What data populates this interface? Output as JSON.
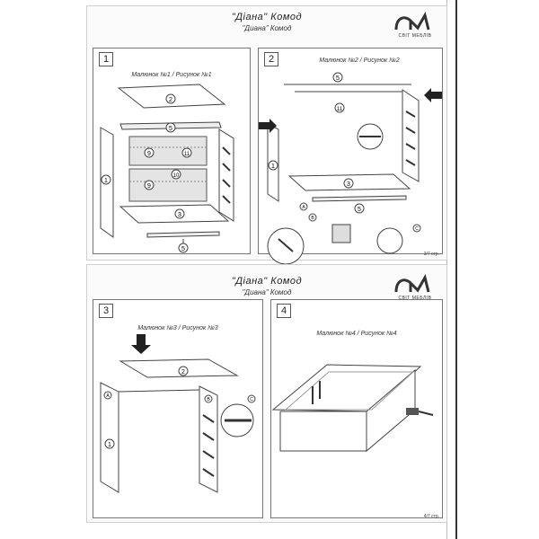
{
  "sheets": [
    {
      "title": "\"Діана\" Комод",
      "subtitle": "\"Диана\" Комод",
      "logo_text": "СВІТ МЕБЛІВ",
      "page_number": "3/7 стр.",
      "steps": [
        {
          "number": "1",
          "caption": "Малюнок №1 / Рисунок №1"
        },
        {
          "number": "2",
          "caption": "Малюнок №2 / Рисунок №2"
        }
      ]
    },
    {
      "title": "\"Діана\" Комод",
      "subtitle": "\"Диана\" Комод",
      "logo_text": "СВІТ МЕБЛІВ",
      "page_number": "4/7 стр.",
      "steps": [
        {
          "number": "3",
          "caption": "Малюнок №3 / Рисунок №3"
        },
        {
          "number": "4",
          "caption": "Малюнок №4 / Рисунок №4"
        }
      ]
    }
  ],
  "part_labels": {
    "top_panel": "2",
    "side_panel": "1",
    "bottom_panel": "3",
    "rail": "5",
    "back_upper": "9",
    "back_lower": "9",
    "strip_a": "10",
    "strip_b": "11"
  },
  "fastener_labels": {
    "a": "A",
    "b": "B",
    "c": "C"
  }
}
